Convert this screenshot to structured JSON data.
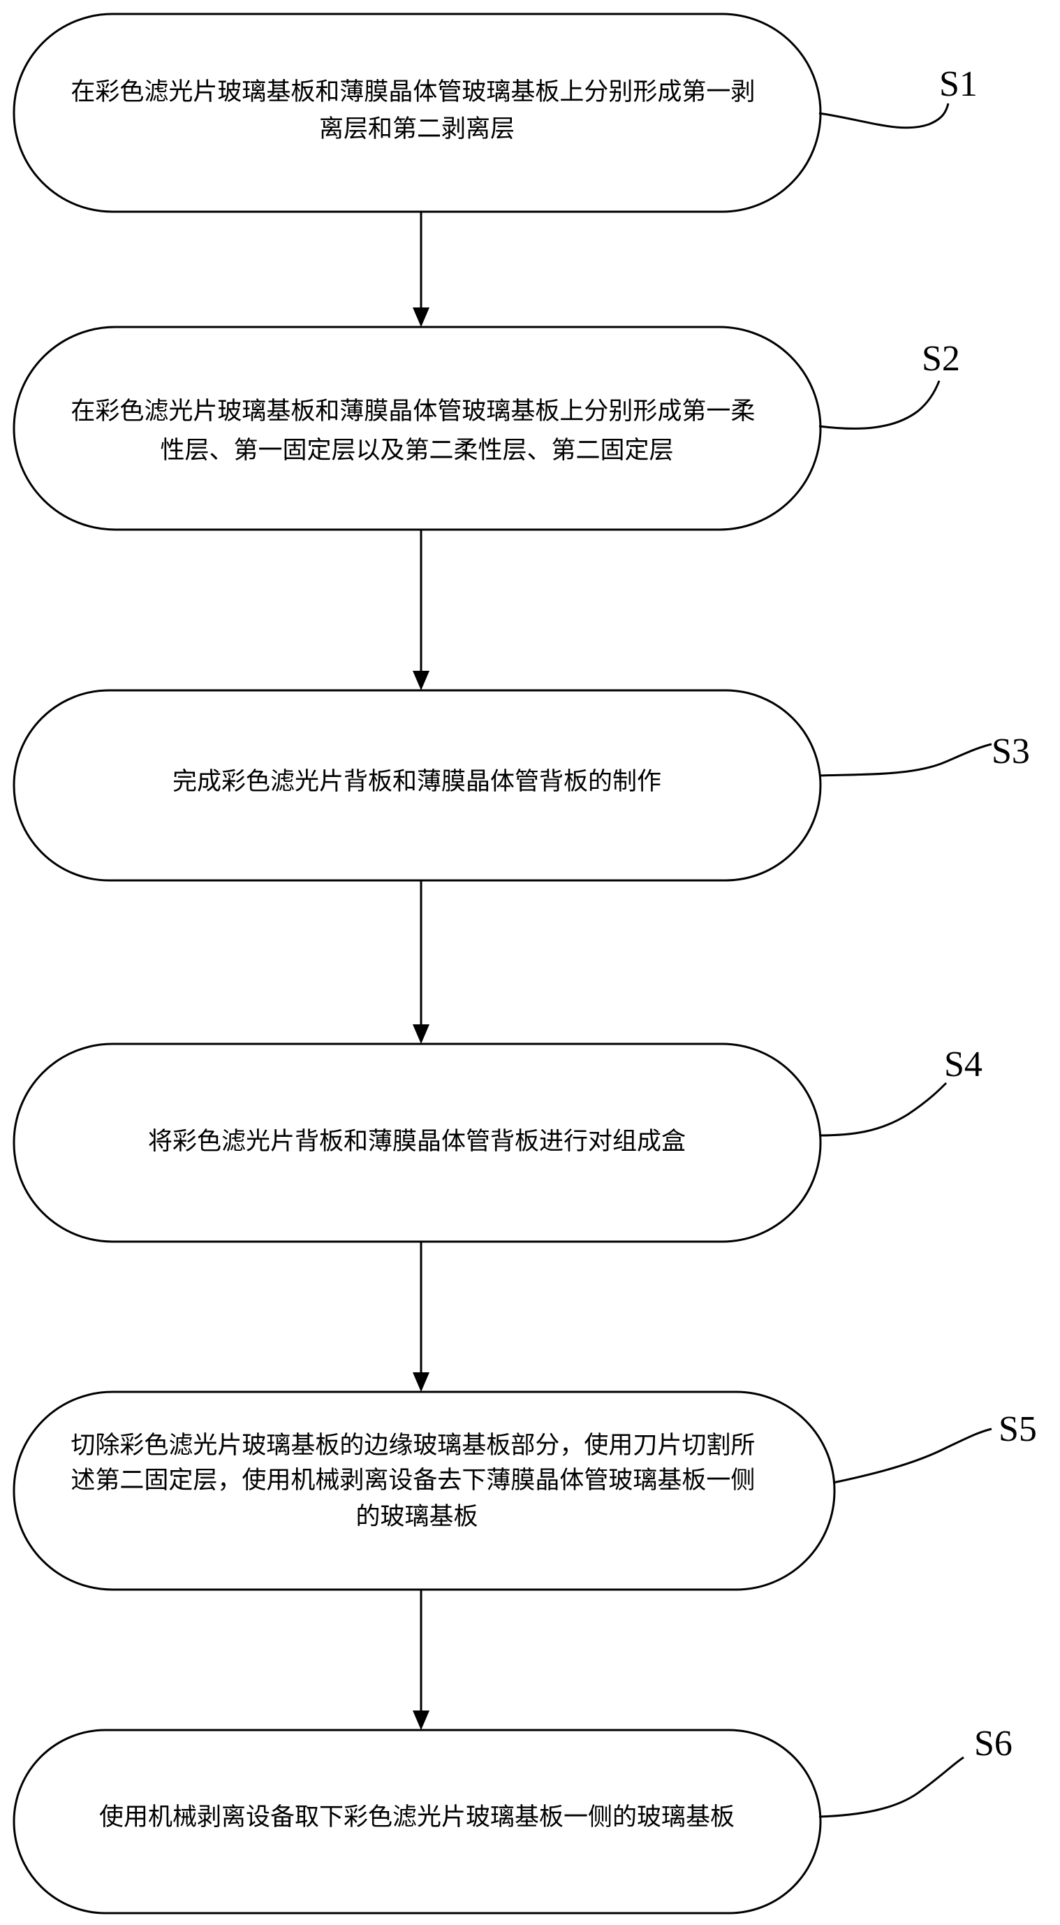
{
  "steps": [
    {
      "id": "S1",
      "lines": [
        "在彩色滤光片玻璃基板和薄膜晶体管玻璃基板上分别形成第一剥",
        "离层和第二剥离层"
      ]
    },
    {
      "id": "S2",
      "lines": [
        "在彩色滤光片玻璃基板和薄膜晶体管玻璃基板上分别形成第一柔",
        "性层、第一固定层以及第二柔性层、第二固定层"
      ]
    },
    {
      "id": "S3",
      "lines": [
        "完成彩色滤光片背板和薄膜晶体管背板的制作"
      ]
    },
    {
      "id": "S4",
      "lines": [
        "将彩色滤光片背板和薄膜晶体管背板进行对组成盒"
      ]
    },
    {
      "id": "S5",
      "lines": [
        "切除彩色滤光片玻璃基板的边缘玻璃基板部分，使用刀片切割所",
        "述第二固定层，使用机械剥离设备去下薄膜晶体管玻璃基板一侧",
        "的玻璃基板"
      ]
    },
    {
      "id": "S6",
      "lines": [
        "使用机械剥离设备取下彩色滤光片玻璃基板一侧的玻璃基板"
      ]
    }
  ]
}
